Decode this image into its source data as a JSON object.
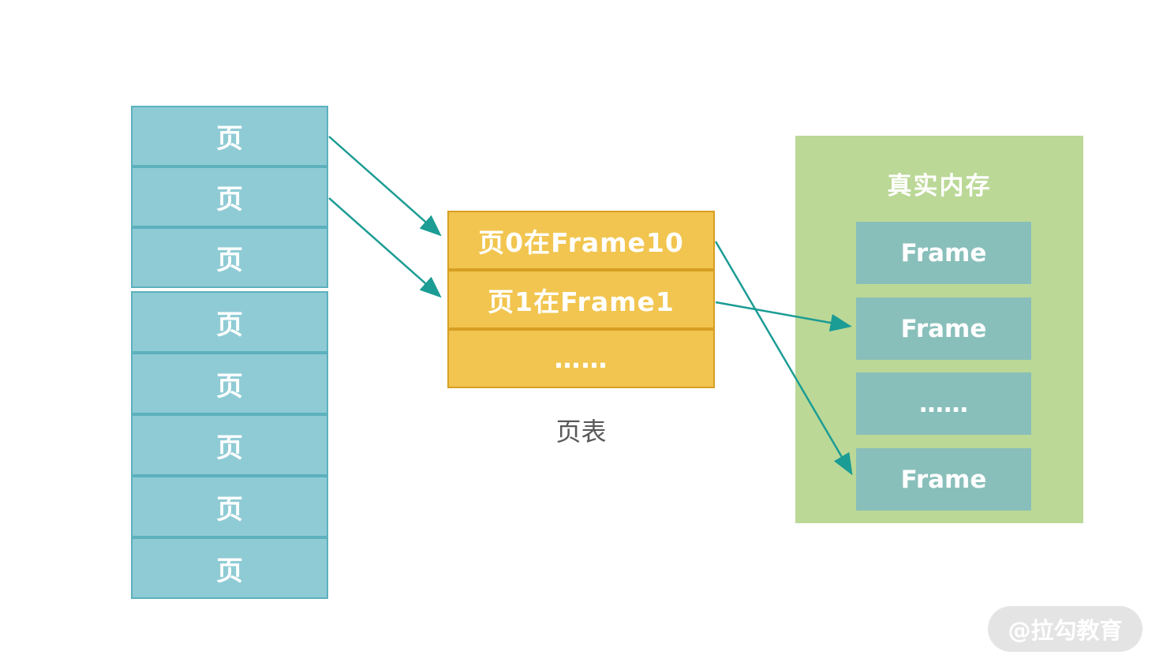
{
  "pages": {
    "group_a": [
      "页",
      "页",
      "页"
    ],
    "group_b": [
      "页",
      "页",
      "页",
      "页",
      "页"
    ]
  },
  "page_table": {
    "rows": [
      "页0在Frame10",
      "页1在Frame1",
      "……"
    ],
    "caption": "页表"
  },
  "memory": {
    "title": "真实内存",
    "frames": [
      "Frame",
      "Frame",
      "……",
      "Frame"
    ]
  },
  "watermark": {
    "text": "@拉勾教育"
  },
  "colors": {
    "page_fill": "#8FCBD5",
    "page_border": "#5CB1BD",
    "table_fill": "#F1C54F",
    "table_border": "#D79F23",
    "memory_bg": "#BBD897",
    "frame_fill": "#89BFBA",
    "arrow": "#1B9C94",
    "caption_text": "#595959",
    "label_text": "#FFFFFF",
    "watermark_bg": "#E4E4E4"
  }
}
